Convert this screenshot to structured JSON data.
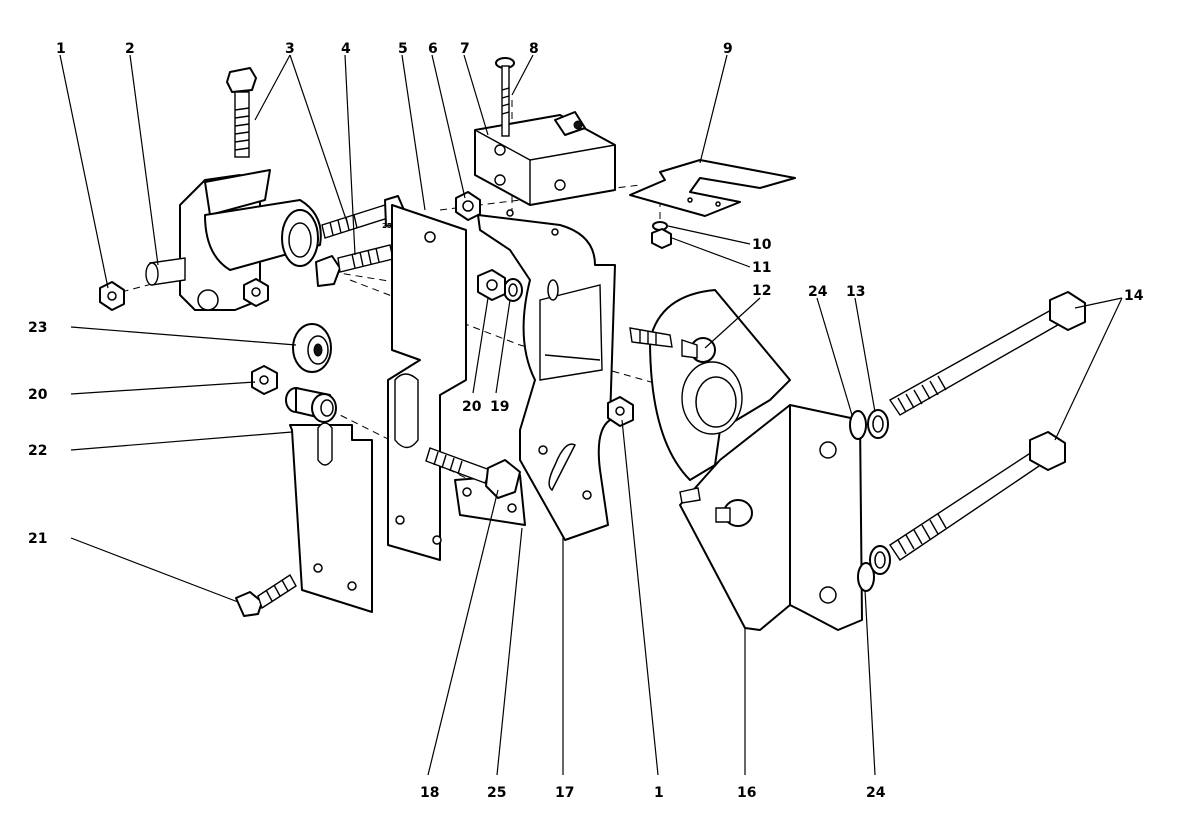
{
  "callouts": {
    "c1a": "1",
    "c2": "2",
    "c3": "3",
    "c4": "4",
    "c5": "5",
    "c6": "6",
    "c7": "7",
    "c8": "8",
    "c9": "9",
    "c10": "10",
    "c11": "11",
    "c12": "12",
    "c13": "13",
    "c14": "14",
    "c16": "16",
    "c17": "17",
    "c18": "18",
    "c1b": "1",
    "c19": "19",
    "c20a": "20",
    "c20b": "20",
    "c21": "21",
    "c22": "22",
    "c23": "23",
    "c24a": "24",
    "c24b": "24",
    "c25": "25"
  },
  "stamp": "25",
  "colors": {
    "line": "#000000",
    "background": "#ffffff"
  }
}
